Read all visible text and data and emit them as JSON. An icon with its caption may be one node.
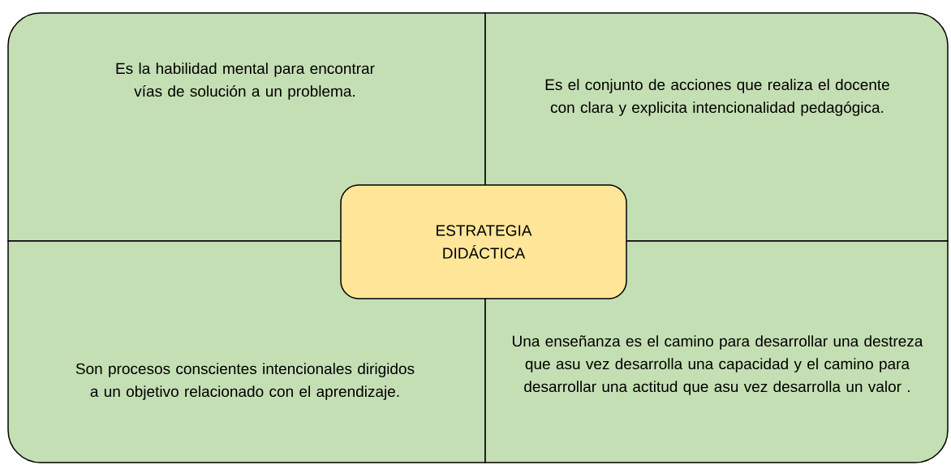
{
  "diagram": {
    "nodes": [
      {
        "text": [
          "Es la habilidad mental para encontrar vías de solución a un problema."
        ]
      },
      {
        "text": [
          "Es el conjunto de acciones que realiza el docente con clara y explicita intencionalidad pedagógica."
        ]
      },
      {
        "text": [
          "ESTRATEGIA DIDÁCTICA"
        ]
      },
      {
        "text": [
          "Son procesos conscientes intencionales dirigidos  a un objetivo relacionado con el aprendizaje."
        ]
      },
      {
        "text": [
          "Una enseñanza es el camino para desarrollar una destreza que asu vez desarrolla una capacidad  y el camino para desarrollar una actitud que asu vez desarrolla un valor ."
        ]
      }
    ]
  }
}
